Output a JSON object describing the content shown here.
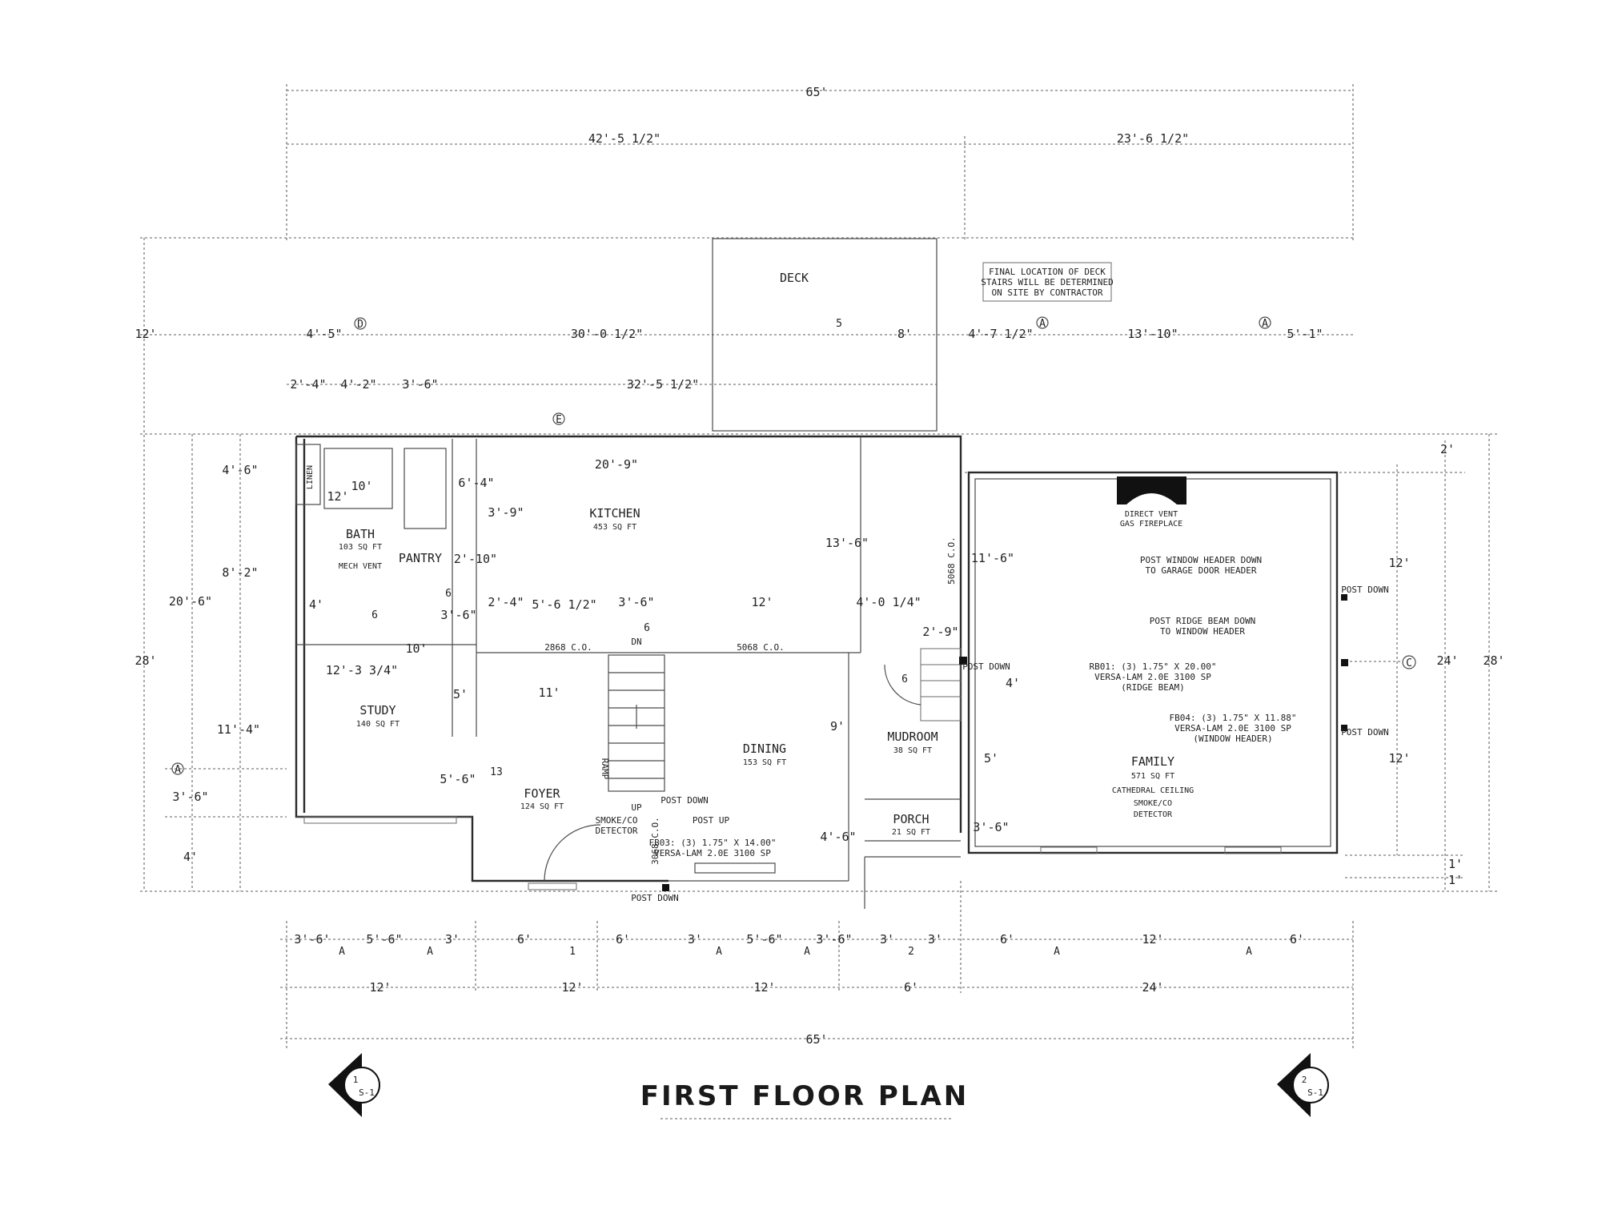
{
  "title": "FIRST FLOOR PLAN",
  "overall_dims": {
    "top_total": "65'",
    "top_left": "42'-5 1/2\"",
    "top_right": "23'-6 1/2\"",
    "bottom_total": "65'",
    "left_12": "12'",
    "left_28": "28'",
    "right_24": "24'",
    "right_28": "28'",
    "right_2": "2'",
    "right_12a": "12'",
    "right_12b": "12'",
    "right_1a": "1'",
    "right_1b": "1'"
  },
  "row1_dims": [
    "4'-5\"",
    "30'-0 1/2\"",
    "8'",
    "4'-7 1/2\"",
    "13'-10\"",
    "5'-1\""
  ],
  "row2_dims": [
    "2'-4\"",
    "4'-2\"",
    "3'-6\"",
    "32'-5 1/2\""
  ],
  "bottom_row1": [
    "3'-6'",
    "5'-6\"",
    "3'",
    "6'",
    "6'",
    "3'",
    "5'-6\"",
    "3'-6\"",
    "3'",
    "3'",
    "6'",
    "12'",
    "6'"
  ],
  "bottom_row2": [
    "12'",
    "12'",
    "12'",
    "6'",
    "24'"
  ],
  "left_dims": [
    "4'-6\"",
    "8'-2\"",
    "20'-6\"",
    "11'-4\"",
    "3'-6\"",
    "4'"
  ],
  "interior_dims": {
    "kitchen_width": "20'-9\"",
    "d1": "6'-4\"",
    "d2": "3'-9\"",
    "d3": "2'-10\"",
    "d4": "3'-6\"",
    "d5": "2'-4\"",
    "d6": "5'-6 1/2\"",
    "d7": "3'-6\"",
    "d8": "12'",
    "d9": "13'-6\"",
    "d10": "4'-0 1/4\"",
    "d11": "2'-9\"",
    "d12": "11'-6\"",
    "d13": "10'",
    "d14": "12'-3 3/4\"",
    "d15": "5'",
    "d16": "5'-6\"",
    "d17": "9'",
    "d18": "4'-6\"",
    "d19": "5'",
    "d20": "3'-6\"",
    "d21": "4'",
    "d22": "4'",
    "d23": "12'",
    "d24": "10'",
    "d25": "11'"
  },
  "rooms": {
    "deck": "DECK",
    "kitchen": "KITCHEN",
    "kitchen_area": "453 SQ FT",
    "bath": "BATH",
    "bath_area": "103 SQ FT",
    "mech_vent": "MECH VENT",
    "pantry": "PANTRY",
    "linen": "LINEN",
    "study": "STUDY",
    "study_area": "140 SQ FT",
    "foyer": "FOYER",
    "foyer_area": "124 SQ FT",
    "dining": "DINING",
    "dining_area": "153 SQ FT",
    "mudroom": "MUDROOM",
    "mudroom_area": "38 SQ FT",
    "porch": "PORCH",
    "porch_area": "21 SQ FT",
    "family": "FAMILY",
    "family_area": "571 SQ FT",
    "family_note": "CATHEDRAL CEILING",
    "smoke": "SMOKE/CO",
    "detector": "DETECTOR"
  },
  "notes": {
    "deck_stairs_1": "FINAL LOCATION OF DECK",
    "deck_stairs_2": "STAIRS WILL BE DETERMINED",
    "deck_stairs_3": "ON SITE BY CONTRACTOR",
    "fireplace_1": "DIRECT VENT",
    "fireplace_2": "GAS FIREPLACE",
    "post_window_1": "POST WINDOW HEADER DOWN",
    "post_window_2": "TO GARAGE DOOR HEADER",
    "post_ridge_1": "POST RIDGE BEAM DOWN",
    "post_ridge_2": "TO WINDOW HEADER",
    "rb01_1": "RB01: (3) 1.75\" X 20.00\"",
    "rb01_2": "VERSA-LAM 2.0E 3100 SP",
    "rb01_3": "(RIDGE BEAM)",
    "fb04_1": "FB04: (3) 1.75\" X 11.88\"",
    "fb04_2": "VERSA-LAM 2.0E 3100 SP",
    "fb04_3": "(WINDOW HEADER)",
    "fb03_1": "FB03: (3) 1.75\" X 14.00\"",
    "fb03_2": "VERSA-LAM 2.0E 3100 SP",
    "post_down": "POST DOWN",
    "post_up": "POST UP",
    "smoke_co": "SMOKE/CO",
    "detector": "DETECTOR",
    "ramp": "RAMP",
    "up": "UP",
    "dn": "DN",
    "door_2868": "2868 C.O.",
    "door_5068a": "5068 C.O.",
    "door_5068b": "5068 C.O.",
    "door_3068": "3068 C.O."
  },
  "markers": {
    "D": "D",
    "E": "E",
    "A": "A",
    "C": "C",
    "five": "5",
    "one": "1",
    "two": "2",
    "section1": "1",
    "section2": "2",
    "sheet": "S-1",
    "m6": "6",
    "m10": "10",
    "m12": "12",
    "m13": "13",
    "m11": "11"
  }
}
